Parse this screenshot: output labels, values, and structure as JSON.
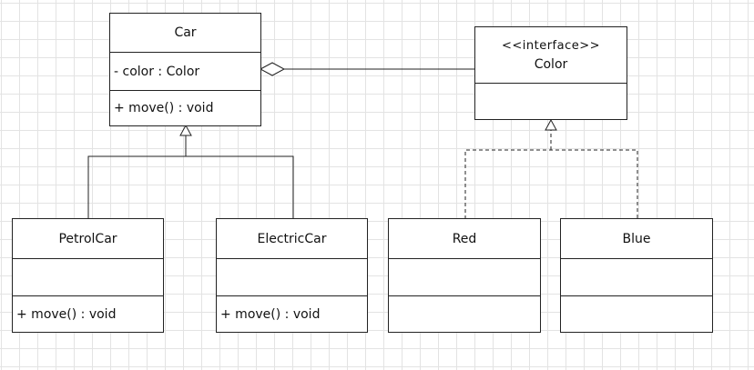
{
  "diagram": {
    "classes": {
      "car": {
        "name": "Car",
        "attributes": [
          "- color : Color"
        ],
        "operations": [
          "+ move() : void"
        ]
      },
      "color": {
        "stereotype": "<<interface>>",
        "name": "Color",
        "attributes": [],
        "operations": []
      },
      "petrolcar": {
        "name": "PetrolCar",
        "attributes": [],
        "operations": [
          "+ move() : void"
        ]
      },
      "electriccar": {
        "name": "ElectricCar",
        "attributes": [],
        "operations": [
          "+ move() : void"
        ]
      },
      "red": {
        "name": "Red",
        "attributes": [],
        "operations": []
      },
      "blue": {
        "name": "Blue",
        "attributes": [],
        "operations": []
      }
    },
    "relationships": [
      {
        "type": "aggregation",
        "whole": "Car",
        "part": "Color"
      },
      {
        "type": "generalization",
        "child": "PetrolCar",
        "parent": "Car"
      },
      {
        "type": "generalization",
        "child": "ElectricCar",
        "parent": "Car"
      },
      {
        "type": "realization",
        "child": "Red",
        "parent": "Color"
      },
      {
        "type": "realization",
        "child": "Blue",
        "parent": "Color"
      }
    ],
    "colors": {
      "line": "#222222",
      "grid": "#e3e3e3",
      "fill": "#ffffff"
    }
  }
}
